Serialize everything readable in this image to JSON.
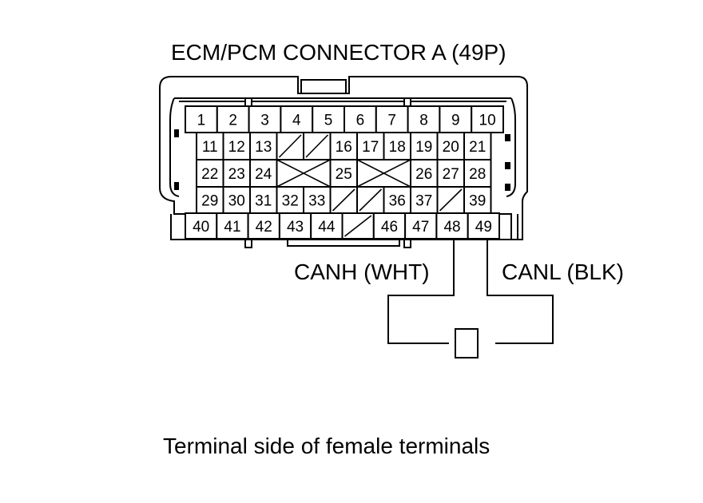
{
  "title": "ECM/PCM CONNECTOR A (49P)",
  "wires": {
    "canh": "CANH (WHT)",
    "canl": "CANL (BLK)"
  },
  "caption": "Terminal side of female terminals",
  "rows": [
    {
      "cells": [
        {
          "label": "1"
        },
        {
          "label": "2"
        },
        {
          "label": "3"
        },
        {
          "label": "4"
        },
        {
          "label": "5"
        },
        {
          "label": "6"
        },
        {
          "label": "7"
        },
        {
          "label": "8"
        },
        {
          "label": "9"
        },
        {
          "label": "10"
        }
      ]
    },
    {
      "cells": [
        {
          "label": "11"
        },
        {
          "label": "12"
        },
        {
          "label": "13"
        },
        {
          "label": "",
          "mark": "slash"
        },
        {
          "label": "",
          "mark": "slash"
        },
        {
          "label": "16"
        },
        {
          "label": "17"
        },
        {
          "label": "18"
        },
        {
          "label": "19"
        },
        {
          "label": "20"
        },
        {
          "label": "21"
        }
      ]
    },
    {
      "cells": [
        {
          "label": "22"
        },
        {
          "label": "23"
        },
        {
          "label": "24"
        },
        {
          "label": "",
          "mark": "cross",
          "span": 2
        },
        {
          "label": "25"
        },
        {
          "label": "",
          "mark": "cross",
          "span": 2
        },
        {
          "label": "26"
        },
        {
          "label": "27"
        },
        {
          "label": "28"
        }
      ]
    },
    {
      "cells": [
        {
          "label": "29"
        },
        {
          "label": "30"
        },
        {
          "label": "31"
        },
        {
          "label": "32"
        },
        {
          "label": "33"
        },
        {
          "label": "",
          "mark": "slash"
        },
        {
          "label": "",
          "mark": "slash"
        },
        {
          "label": "36"
        },
        {
          "label": "37"
        },
        {
          "label": "",
          "mark": "slash"
        },
        {
          "label": "39"
        }
      ]
    },
    {
      "cells": [
        {
          "label": "40"
        },
        {
          "label": "41"
        },
        {
          "label": "42"
        },
        {
          "label": "43"
        },
        {
          "label": "44"
        },
        {
          "label": "",
          "mark": "slash"
        },
        {
          "label": "46"
        },
        {
          "label": "47"
        },
        {
          "label": "48"
        },
        {
          "label": "49"
        }
      ]
    }
  ]
}
